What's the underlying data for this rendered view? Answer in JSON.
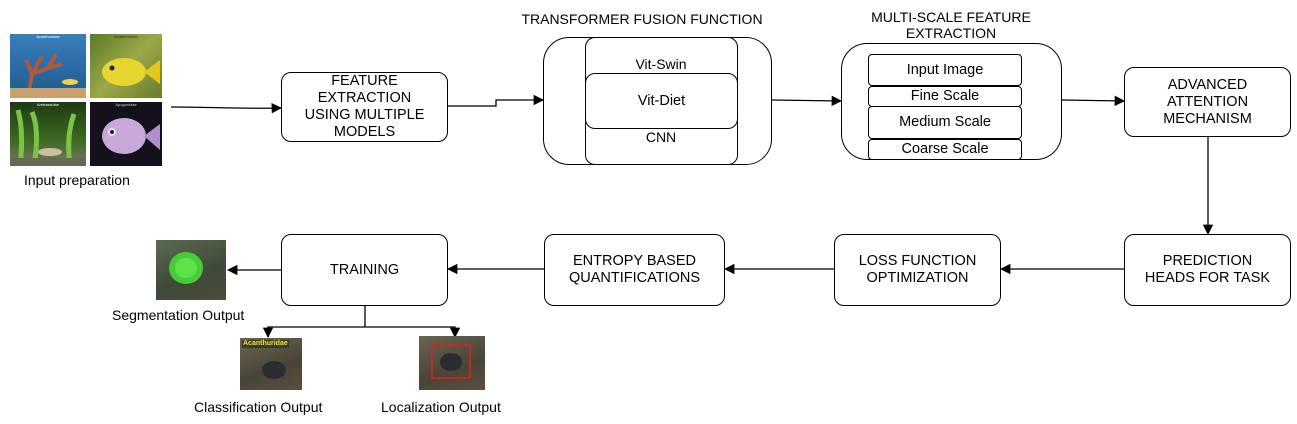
{
  "input": {
    "label": "Input preparation",
    "thumb_captions": [
      "Acanthuridae",
      "Acanthuridae",
      "Ambassidae",
      "Apogonidae"
    ]
  },
  "feature_extraction": {
    "label": "FEATURE\nEXTRACTION\nUSING MULTIPLE\nMODELS"
  },
  "fusion": {
    "title": "TRANSFORMER FUSION FUNCTION",
    "items": [
      "Vit-Swin",
      "Vit-Diet",
      "CNN"
    ]
  },
  "multiscale": {
    "title": "MULTI-SCALE FEATURE\nEXTRACTION",
    "items": [
      "Input Image",
      "Fine Scale",
      "Medium Scale",
      "Coarse Scale"
    ]
  },
  "attention": {
    "label": "ADVANCED\nATTENTION\nMECHANISM"
  },
  "prediction": {
    "label": "PREDICTION\nHEADS FOR TASK"
  },
  "loss": {
    "label": "LOSS FUNCTION\nOPTIMIZATION"
  },
  "entropy": {
    "label": "ENTROPY BASED\nQUANTIFICATIONS"
  },
  "training": {
    "label": "TRAINING"
  },
  "outputs": {
    "segmentation": "Segmentation Output",
    "classification": "Classification Output",
    "classification_tag": "Acanthuridae",
    "localization": "Localization Output"
  }
}
